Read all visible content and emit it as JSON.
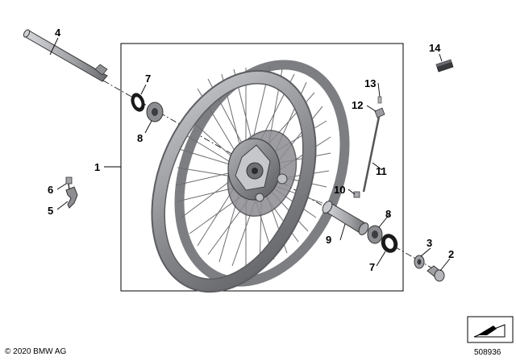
{
  "callouts": {
    "c1": "1",
    "c2": "2",
    "c3": "3",
    "c4": "4",
    "c5": "5",
    "c6": "6",
    "c7a": "7",
    "c7b": "7",
    "c8a": "8",
    "c8b": "8",
    "c9": "9",
    "c10": "10",
    "c11": "11",
    "c12": "12",
    "c13": "13",
    "c14": "14"
  },
  "footer": {
    "copyright": "© 2020 BMW AG",
    "reference": "508936"
  },
  "colors": {
    "rim_dark": "#5f6064",
    "rim_mid": "#8a8b8f",
    "rim_light": "#c4c5c8",
    "hub": "#7a7b7f",
    "part_gray": "#9a9b9f",
    "line": "#000000"
  }
}
